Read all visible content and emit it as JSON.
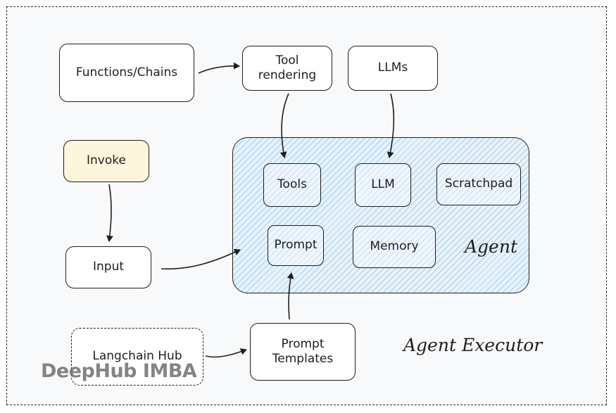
{
  "diagram": {
    "outer_label": "Agent Executor",
    "agent_label": "Agent",
    "nodes": {
      "functions_chains": "Functions/Chains",
      "tool_rendering": "Tool rendering",
      "llms": "LLMs",
      "invoke": "Invoke",
      "input": "Input",
      "tools": "Tools",
      "llm": "LLM",
      "scratchpad": "Scratchpad",
      "prompt": "Prompt",
      "memory": "Memory",
      "langchain_hub": "Langchain Hub",
      "prompt_templates": "Prompt Templates"
    },
    "edges": [
      {
        "from": "Functions/Chains",
        "to": "Tool rendering"
      },
      {
        "from": "Tool rendering",
        "to": "Tools"
      },
      {
        "from": "LLMs",
        "to": "LLM"
      },
      {
        "from": "Invoke",
        "to": "Input"
      },
      {
        "from": "Input",
        "to": "Agent"
      },
      {
        "from": "Prompt Templates",
        "to": "Prompt"
      },
      {
        "from": "Langchain Hub",
        "to": "Prompt Templates"
      }
    ]
  },
  "watermark": "DeepHub IMBA",
  "colors": {
    "invoke_fill": "#fdf6dc",
    "agent_fill": "#e7f2fb",
    "agent_hatch": "#6eafe1",
    "stroke": "#1e1e1e"
  }
}
